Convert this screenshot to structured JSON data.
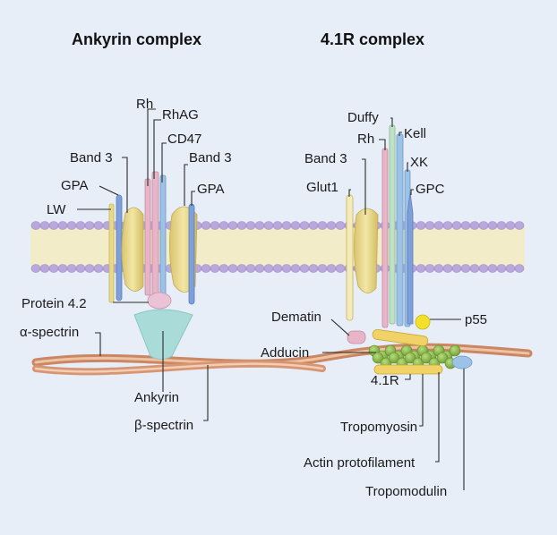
{
  "titles": {
    "ankyrin": "Ankyrin complex",
    "r41": "4.1R complex"
  },
  "labels": {
    "rh_left": "Rh",
    "rhag": "RhAG",
    "cd47": "CD47",
    "band3_left_a": "Band 3",
    "band3_left_b": "Band 3",
    "gpa_left_a": "GPA",
    "gpa_left_b": "GPA",
    "lw": "LW",
    "protein42": "Protein 4.2",
    "alpha_spectrin": "α-spectrin",
    "ankyrin": "Ankyrin",
    "beta_spectrin": "β-spectrin",
    "duffy": "Duffy",
    "rh_right": "Rh",
    "kell": "Kell",
    "band3_right": "Band 3",
    "xk": "XK",
    "glut1": "Glut1",
    "gpc": "GPC",
    "dematin": "Dematin",
    "p55": "p55",
    "adducin": "Adducin",
    "r41": "4.1R",
    "tropomyosin": "Tropomyosin",
    "actin": "Actin protofilament",
    "tropomodulin": "Tropomodulin"
  },
  "colors": {
    "background": "#e7eef8",
    "membrane_head": "#b9a8dc",
    "membrane_core": "#f2ecc8",
    "band3": "#e8d98a",
    "gpa": "#7f9fd8",
    "rh": "#e8b5c8",
    "spectrin": "#e1a07a",
    "ankyrin": "#a9dcd8",
    "actin": "#93c24e",
    "p55": "#f2e02a",
    "tropomodulin": "#9cc2e6"
  }
}
